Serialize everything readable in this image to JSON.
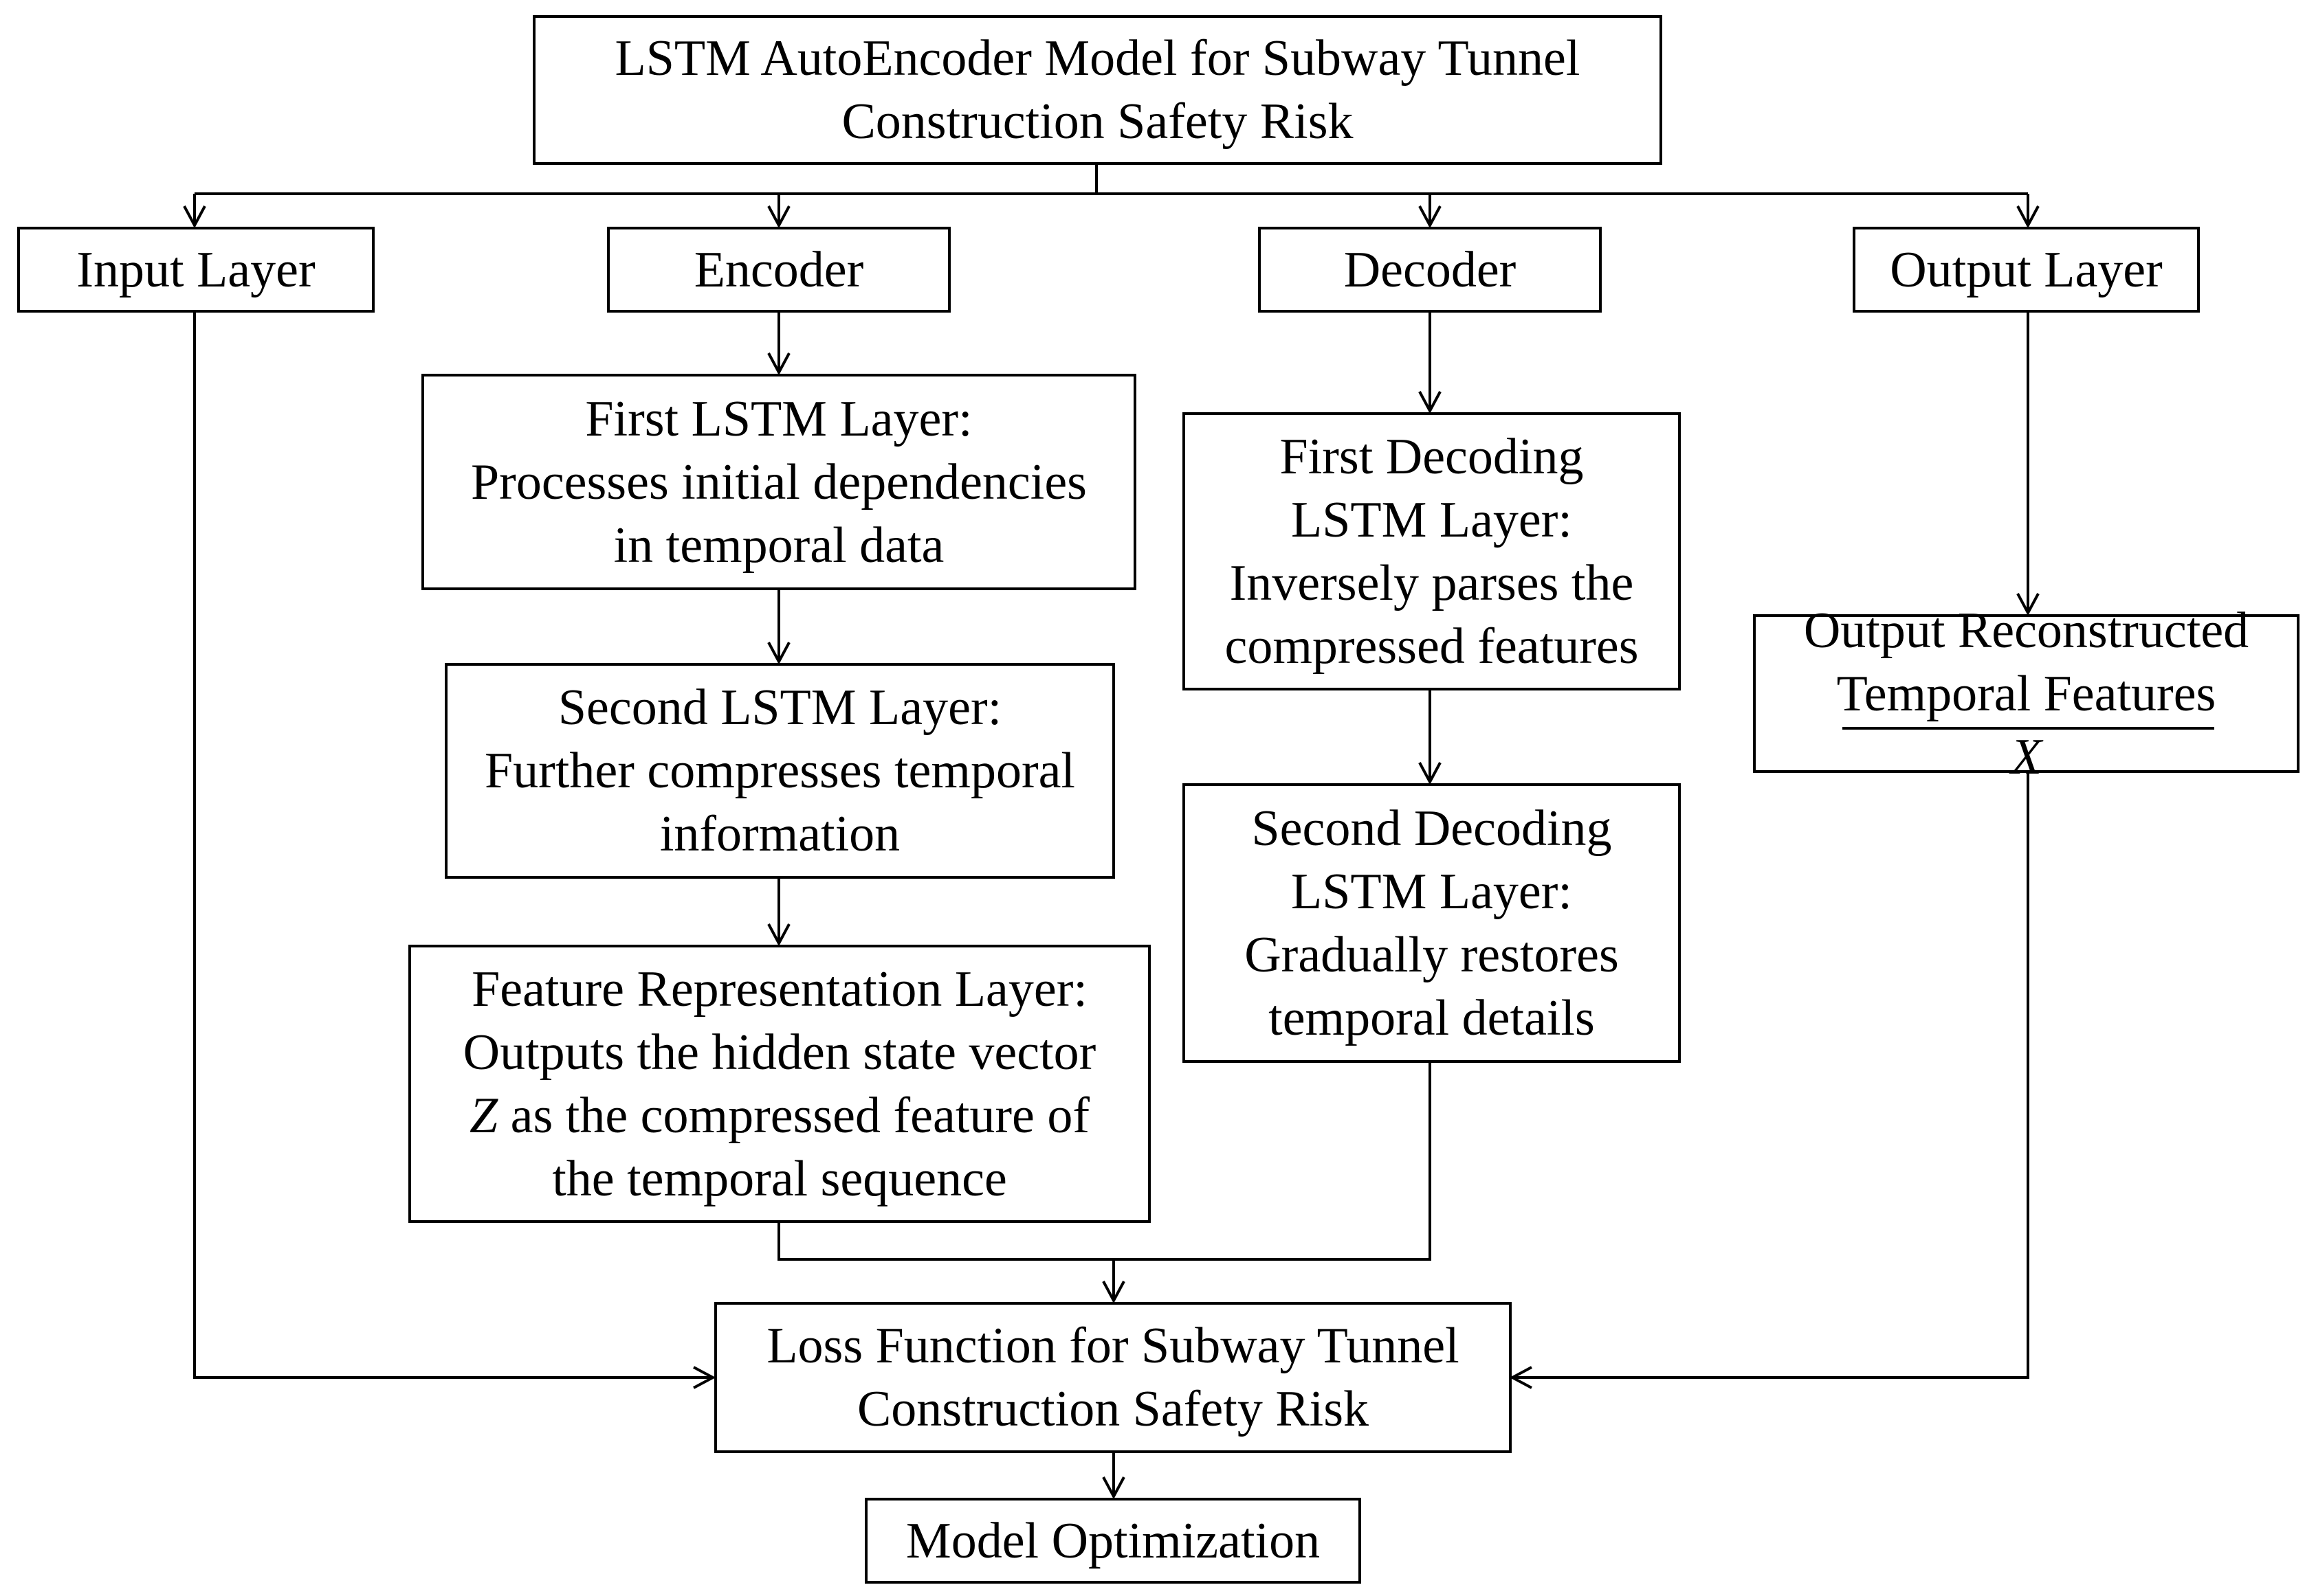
{
  "title": {
    "line1": "LSTM AutoEncoder Model for Subway Tunnel",
    "line2": "Construction Safety Risk"
  },
  "branches": {
    "input": "Input Layer",
    "encoder": "Encoder",
    "decoder": "Decoder",
    "output": "Output Layer"
  },
  "encoder": {
    "first": {
      "line1": "First LSTM Layer:",
      "line2": "Processes initial dependencies",
      "line3": "in temporal data"
    },
    "second": {
      "line1": "Second LSTM Layer:",
      "line2": "Further compresses temporal",
      "line3": "information"
    },
    "feature": {
      "line1": "Feature Representation Layer:",
      "line2": "Outputs the hidden state vector",
      "line3_symbol": "Z",
      "line3_rest": " as the compressed feature of",
      "line4": "the temporal sequence"
    }
  },
  "decoder": {
    "first": {
      "line1": "First Decoding",
      "line2": "LSTM Layer:",
      "line3": "Inversely parses the",
      "line4": "compressed features"
    },
    "second": {
      "line1": "Second Decoding",
      "line2": "LSTM Layer:",
      "line3": "Gradually restores",
      "line4": "temporal details"
    }
  },
  "output": {
    "reconstructed": {
      "line1": "Output Reconstructed",
      "line2_text": "Temporal Features",
      "line2_symbol": "X"
    }
  },
  "loss": {
    "line1": "Loss Function for Subway Tunnel",
    "line2": "Construction Safety Risk"
  },
  "optimization": "Model Optimization"
}
